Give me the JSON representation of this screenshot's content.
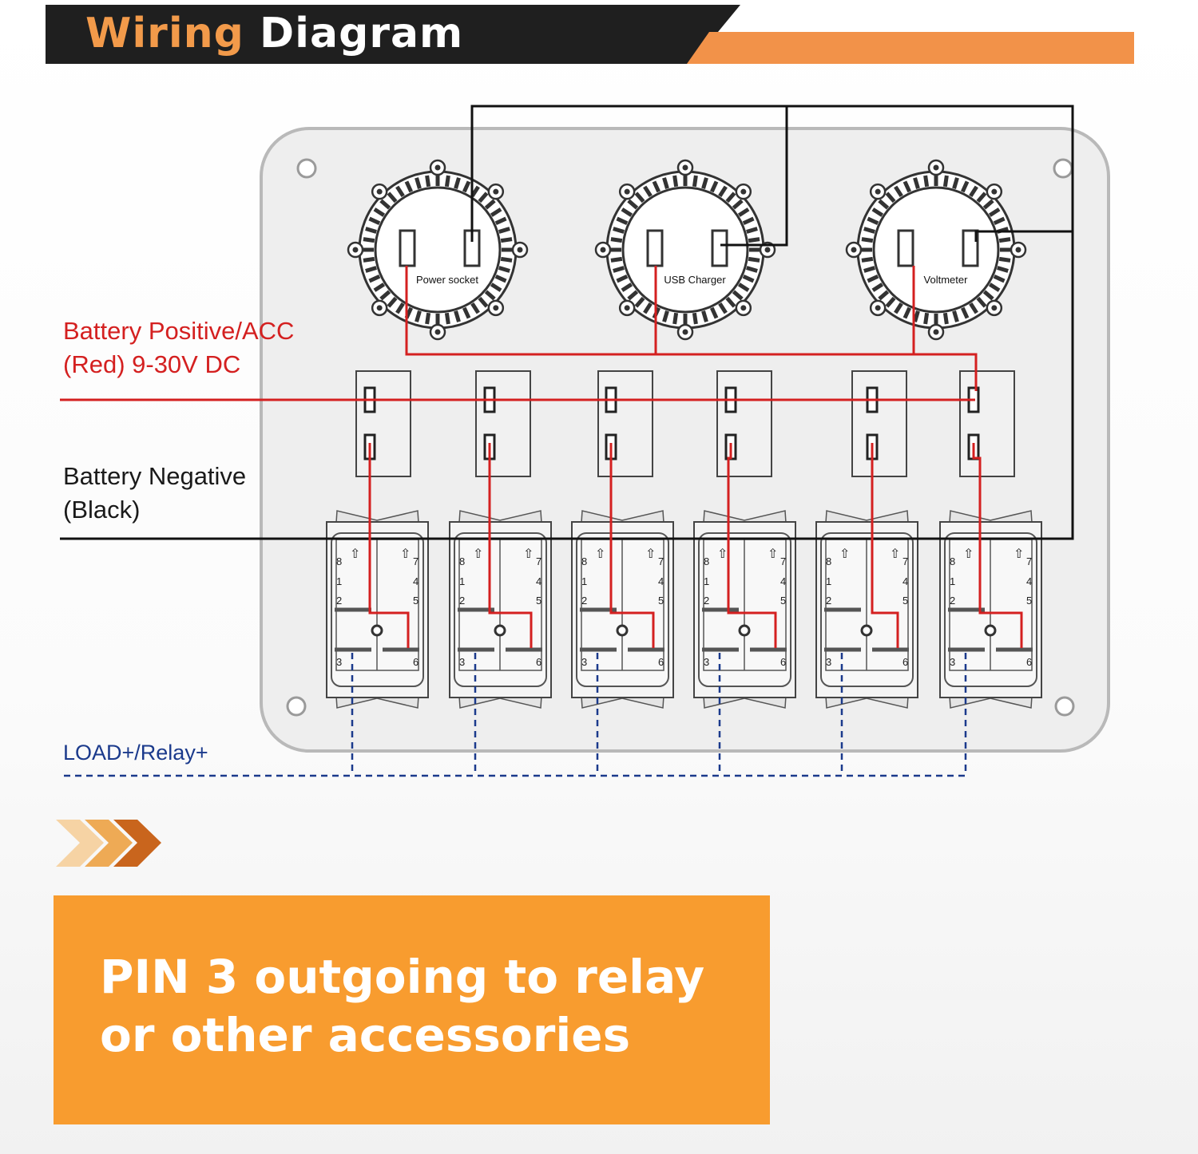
{
  "header": {
    "title_word1": "Wiring",
    "title_word2": "Diagram"
  },
  "labels": {
    "battery_positive_line1": "Battery Positive/ACC",
    "battery_positive_line2": "(Red) 9-30V DC",
    "battery_negative_line1": "Battery Negative",
    "battery_negative_line2": "(Black)",
    "load": "LOAD+/Relay+"
  },
  "gauges": [
    {
      "label": "Power socket"
    },
    {
      "label": "USB Charger"
    },
    {
      "label": "Voltmeter"
    }
  ],
  "switch_pins": {
    "top_left": "8",
    "top_right": "7",
    "mid1_left": "1",
    "mid1_right": "4",
    "mid2_left": "2",
    "mid2_right": "5",
    "bottom_left": "3",
    "bottom_right": "6",
    "count": 6
  },
  "callout": {
    "text": "PIN 3 outgoing to relay or other accessories"
  },
  "colors": {
    "accent_orange": "#f29249",
    "callout_orange": "#f89c2f",
    "header_dark": "#1f1f1f",
    "positive_red": "#d42020",
    "negative_black": "#111111",
    "load_blue": "#1b3a8c"
  }
}
